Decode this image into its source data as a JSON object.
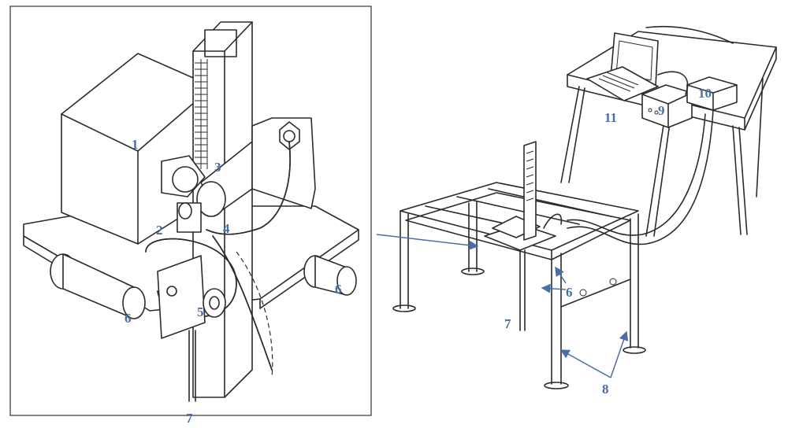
{
  "left_panel": {
    "labels": {
      "l1": "1",
      "l2": "2",
      "l3": "3",
      "l4": "4",
      "l5": "5",
      "l6a": "6",
      "l6b": "6",
      "l7": "7"
    }
  },
  "right_panel": {
    "labels": {
      "l6": "6",
      "l7": "7",
      "l8": "8",
      "l9": "9",
      "l10": "10",
      "l11": "11"
    }
  },
  "colors": {
    "label": "#4a6fa5",
    "ink": "#2b2b2b"
  }
}
